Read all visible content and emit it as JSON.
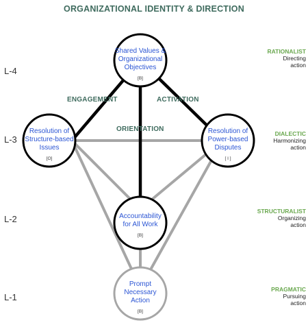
{
  "title": "ORGANIZATIONAL IDENTITY & DIRECTION",
  "levels": [
    "L-4",
    "L-3",
    "L-2",
    "L-1"
  ],
  "right_labels": [
    {
      "head": "RATIONALIST",
      "line1": "Directing",
      "line2": "action"
    },
    {
      "head": "DIALECTIC",
      "line1": "Harmonizing",
      "line2": "action"
    },
    {
      "head": "STRUCTURALIST",
      "line1": "Organizing",
      "line2": "action"
    },
    {
      "head": "PRAGMATIC",
      "line1": "Pursuing",
      "line2": "action"
    }
  ],
  "nodes": {
    "top": {
      "l1": "Shared Values &",
      "l2": "Organizational",
      "l3": "Objectives",
      "code": "[B]"
    },
    "left": {
      "l1": "Resolution of",
      "l2": "Structure-based",
      "l3": "Issues",
      "code": "[O]"
    },
    "right": {
      "l1": "Resolution of",
      "l2": "Power-based",
      "l3": "Disputes",
      "code": "[ I ]"
    },
    "center": {
      "l1": "Accountability",
      "l2": "for All Work",
      "code": "[B]"
    },
    "bottom": {
      "l1": "Prompt",
      "l2": "Necessary",
      "l3": "Action",
      "code": "[B]"
    }
  },
  "edge_labels": {
    "engagement": "ENGAGEMENT",
    "activation": "ACTIVATION",
    "orientation": "ORIENTATION"
  },
  "colors": {
    "title": "#3f6b5e",
    "node_text": "#2b55d4",
    "right_head": "#6aa84f",
    "strong_line": "#000000",
    "grey_line": "#a6a6a6"
  }
}
